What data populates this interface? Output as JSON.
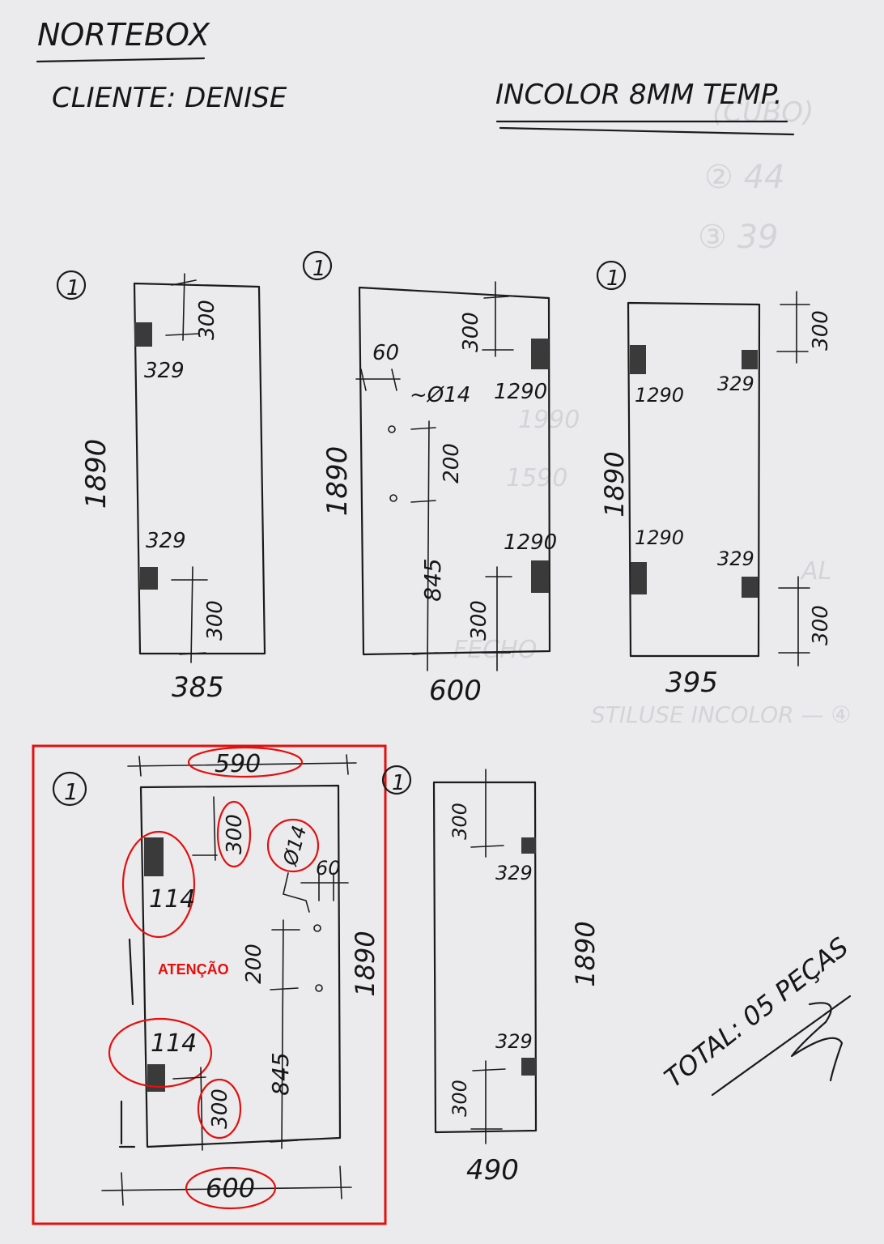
{
  "header": {
    "company": "NORTEBOX",
    "client": "CLIENTE: DENISE",
    "glass_spec": "INCOLOR 8MM TEMP."
  },
  "panels": [
    {
      "qty": "1",
      "width": "385",
      "height": "1890",
      "dims": [
        "300",
        "329",
        "329",
        "300"
      ]
    },
    {
      "qty": "1",
      "width": "600",
      "height": "1890",
      "dims": [
        "300",
        "60",
        "~Ø14",
        "1290",
        "200",
        "1290",
        "845",
        "300"
      ]
    },
    {
      "qty": "1",
      "width": "395",
      "height": "1890",
      "dims": [
        "300",
        "1290",
        "329",
        "1290",
        "329",
        "300"
      ]
    },
    {
      "qty": "1",
      "top_width": "590",
      "width": "600",
      "height": "1890",
      "dims": [
        "300",
        "Ø14",
        "60",
        "114",
        "200",
        "114",
        "845",
        "300"
      ],
      "warning": "ATENÇÃO",
      "warning_color": "#e3100f"
    },
    {
      "qty": "1",
      "width": "490",
      "height": "1890",
      "dims": [
        "300",
        "329",
        "329",
        "300"
      ]
    }
  ],
  "total": "TOTAL: 05 PEÇAS"
}
